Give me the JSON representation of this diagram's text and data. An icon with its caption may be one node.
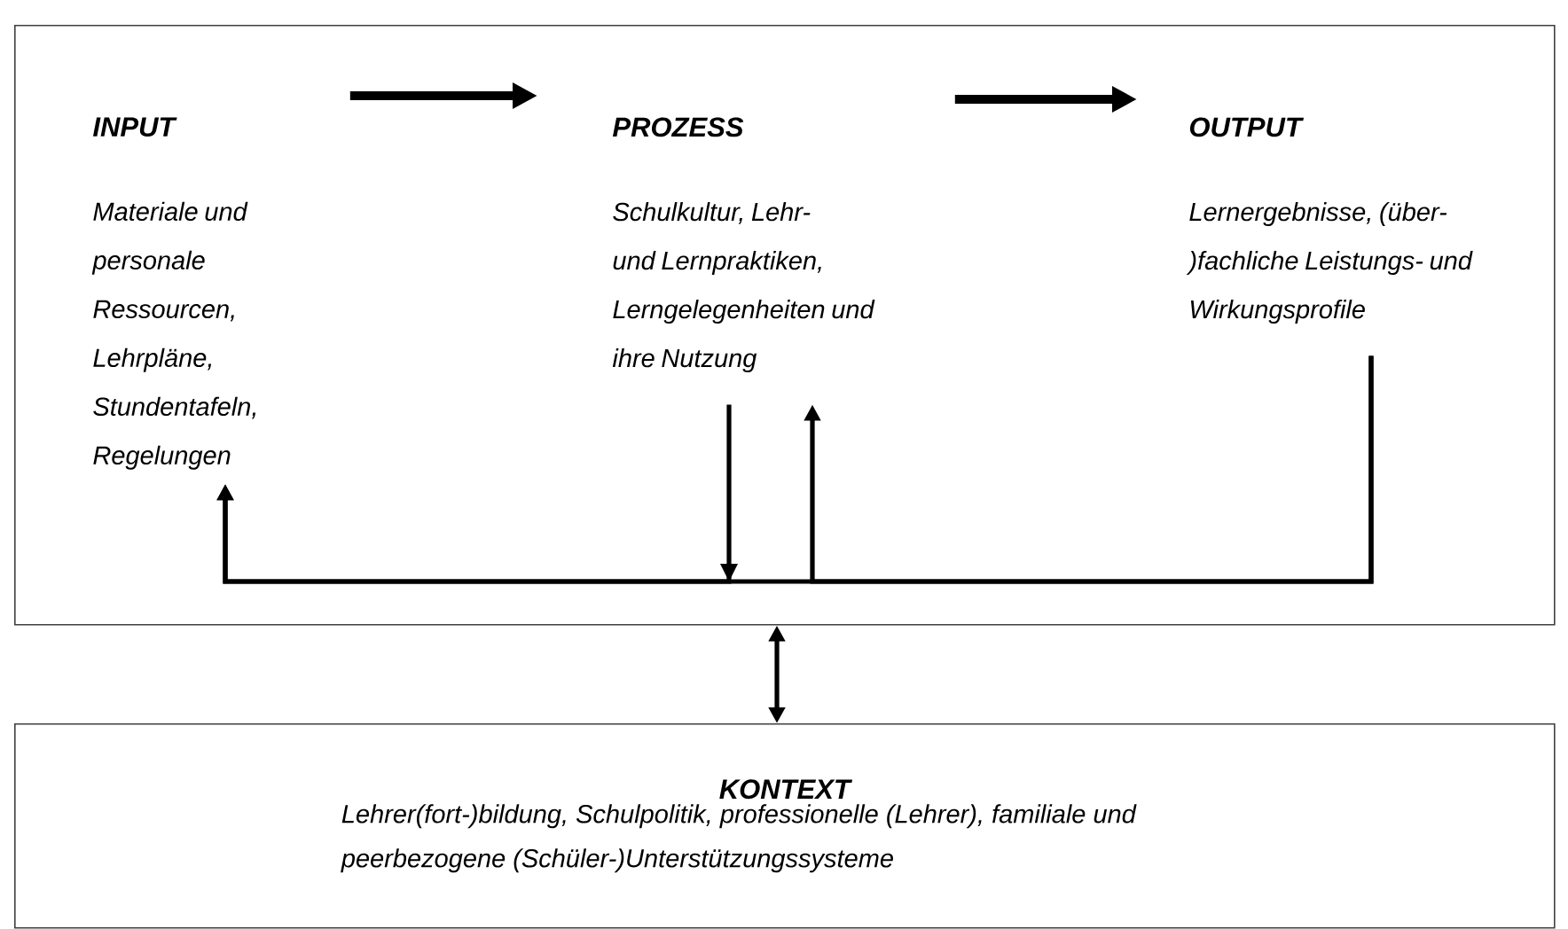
{
  "diagram": {
    "nodes": [
      {
        "text": [],
        "shape": "box"
      },
      {
        "text": [
          "INPUT",
          "Materiale und personale Ressourcen, Lehrpläne, Stundentafeln, Regelungen"
        ],
        "in": 0
      },
      {
        "text": [
          "PROZESS",
          "Schulkultur, Lehr- und Lernpraktiken, Lerngelegenheiten und ihre Nutzung"
        ],
        "in": 0
      },
      {
        "text": [
          "OUTPUT",
          "Lernergebnisse, (über-)fachliche Leistungs- und Wirkungsprofile"
        ],
        "in": 0
      },
      {
        "text": [
          "KONTEXT",
          "Lehrer(fort-)bildung, Schulpolitik, professionelle (Lehrer), familiale und peerbezogene (Schüler-)Unterstützungssysteme"
        ]
      }
    ],
    "edges": [
      {
        "from": 1,
        "to": 2,
        "arrow": "to",
        "style": "thick"
      },
      {
        "from": 2,
        "to": 3,
        "arrow": "to",
        "style": "thick"
      },
      {
        "from": 3,
        "to": 1,
        "arrow": "to"
      },
      {
        "from": 3,
        "to": 2,
        "arrow": "to"
      },
      {
        "from": 2,
        "to": 1,
        "arrow": "to"
      },
      {
        "from": 0,
        "to": 4,
        "arrow": "both"
      }
    ]
  }
}
